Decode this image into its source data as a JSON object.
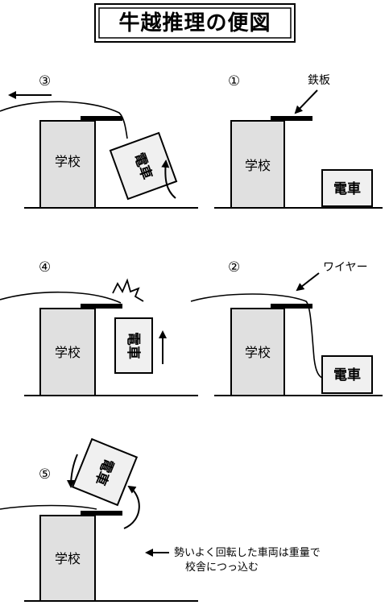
{
  "title": "牛越推理の便図",
  "steps": {
    "s1": "①",
    "s2": "②",
    "s3": "③",
    "s4": "④",
    "s5": "⑤"
  },
  "labels": {
    "iron_plate": "鉄板",
    "wire": "ワイヤー",
    "school": "学校",
    "train": "電車"
  },
  "caption": {
    "line1": "勢いよく回転した車両は重量で",
    "line2": "校舎につっ込む"
  }
}
